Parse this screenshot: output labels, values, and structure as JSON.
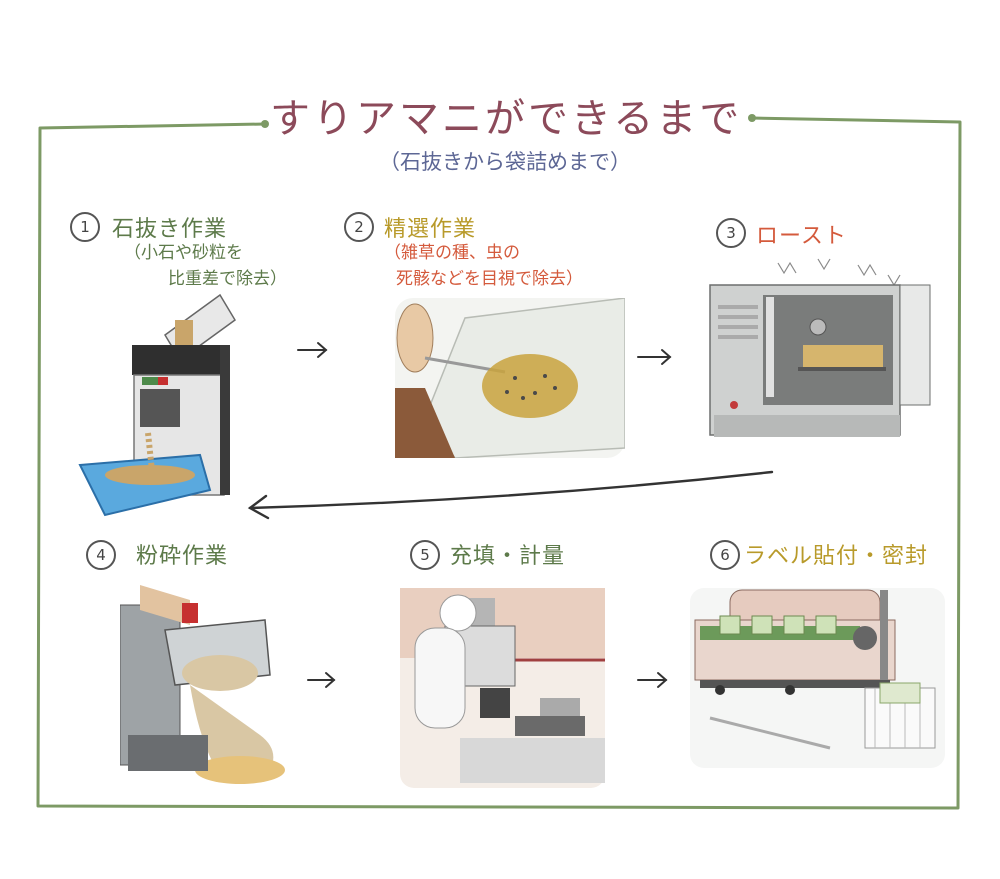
{
  "title": "すりアマニができるまで",
  "subtitle": "（石抜きから袋詰めまで）",
  "steps": [
    {
      "num": "1",
      "label": "石抜き作業",
      "note_line1": "（小石や砂粒を",
      "note_line2": "比重差で除去）"
    },
    {
      "num": "2",
      "label": "精選作業",
      "note_line1": "（雑草の種、虫の",
      "note_line2": "死骸などを目視で除去）"
    },
    {
      "num": "3",
      "label": "ロースト"
    },
    {
      "num": "4",
      "label": "粉砕作業"
    },
    {
      "num": "5",
      "label": "充填・計量"
    },
    {
      "num": "6",
      "label": "ラベル貼付・密封"
    }
  ],
  "colors": {
    "frame": "#7d9a65",
    "title": "#8c4a5a",
    "subtitle": "#5d6795",
    "step1": "#5d7a4a",
    "step2": "#b89a2a",
    "step3": "#d45a3c"
  },
  "icons": [
    "stone-removal-machine",
    "seed-sorting-tray",
    "roasting-oven",
    "grinder",
    "filling-machine",
    "sealing-machine"
  ]
}
